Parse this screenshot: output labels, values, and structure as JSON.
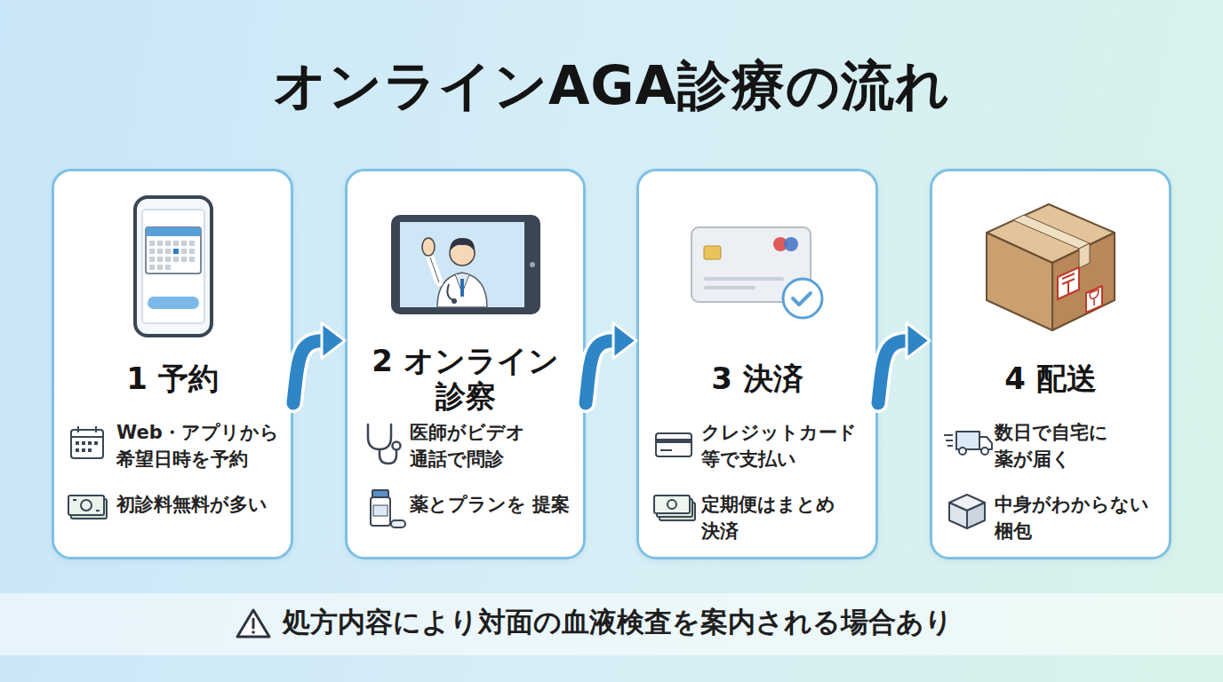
{
  "diagram": {
    "title": "オンラインAGA診療の流れ",
    "nodes": [
      {
        "text": [
          "1 予約",
          "Web・アプリから 希望日時を予約",
          "初診料無料が多い"
        ]
      },
      {
        "text": [
          "2 オンライン 診察",
          "医師がビデオ 通話で問診",
          "薬とプランを 提案"
        ]
      },
      {
        "text": [
          "3 決済",
          "クレジットカード 等で支払い",
          "定期便はまとめ 決済"
        ]
      },
      {
        "text": [
          "4 配送",
          "数日で自宅に 薬が届く",
          "中身がわからない 梱包"
        ]
      },
      {
        "text": [
          "処方内容により対面の血液検査を案内される場合あり"
        ]
      }
    ],
    "edges": [
      {
        "from": 0,
        "to": 1,
        "arrow": "to"
      },
      {
        "from": 1,
        "to": 2,
        "arrow": "to"
      },
      {
        "from": 2,
        "to": 3,
        "arrow": "to"
      }
    ]
  }
}
